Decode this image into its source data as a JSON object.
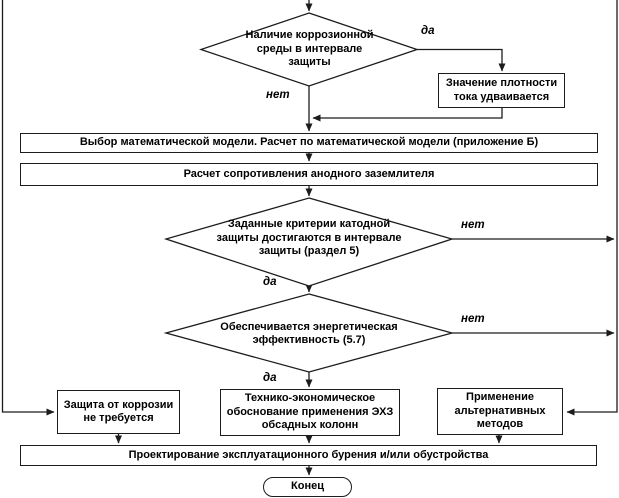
{
  "diagram": {
    "decision_corrosion": "Наличие коррозионной среды в интервале защиты",
    "process_double_current": "Значение плотности тока удваивается",
    "process_model": "Выбор математической модели. Расчет по математической модели (приложение Б)",
    "process_resistance": "Расчет сопротивления анодного заземлителя",
    "decision_criteria": "Заданные критерии катодной защиты достигаются в интервале защиты (раздел 5)",
    "decision_efficiency": "Обеспечивается энергетическая эффективность (5.7)",
    "process_no_protection": "Защита от коррозии не требуется",
    "process_feasibility": "Технико-экономическое обоснование применения ЭХЗ обсадных колонн",
    "process_alternative": "Применение альтернативных методов",
    "process_design": "Проектирование эксплуатационного бурения и/или обустройства",
    "terminator_end": "Конец",
    "branch_labels": {
      "corrosion_yes": "да",
      "corrosion_no": "нет",
      "criteria_no": "нет",
      "criteria_yes": "да",
      "efficiency_no": "нет",
      "efficiency_yes": "да"
    },
    "colors": {
      "line": "#1c1c1c",
      "box_background": "#ffffff",
      "text": "#000000"
    }
  }
}
